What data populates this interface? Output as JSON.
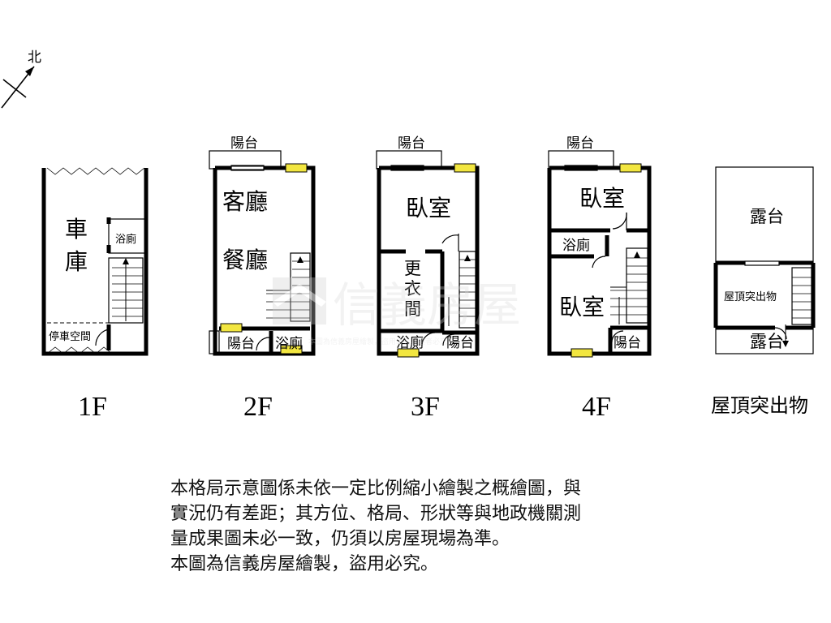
{
  "compass": {
    "label": "北"
  },
  "floors": {
    "f1": {
      "label": "1F",
      "rooms": {
        "garage_a": "車",
        "garage_b": "庫",
        "bath": "浴廁",
        "parking": "停車空間"
      }
    },
    "f2": {
      "label": "2F",
      "rooms": {
        "balcony_top": "陽台",
        "living": "客廳",
        "dining": "餐廳",
        "balcony_bottom": "陽台",
        "bath": "浴廁"
      }
    },
    "f3": {
      "label": "3F",
      "rooms": {
        "balcony_top": "陽台",
        "bedroom": "臥室",
        "closet_a": "更",
        "closet_b": "衣",
        "closet_c": "間",
        "bath": "浴廁",
        "balcony_bottom": "陽台"
      }
    },
    "f4": {
      "label": "4F",
      "rooms": {
        "balcony_top": "陽台",
        "bedroom_top": "臥室",
        "bath": "浴廁",
        "bedroom_bottom": "臥室",
        "balcony_bottom": "陽台"
      }
    },
    "roof": {
      "label": "屋頂突出物",
      "rooms": {
        "terrace_top": "露台",
        "rooftop_structure": "屋頂突出物",
        "terrace_bottom": "露台"
      }
    }
  },
  "watermark": {
    "brand": "信義房屋",
    "small": "本圖為信義房屋繪製，盜用必究，違者必究"
  },
  "disclaimer": [
    "本格局示意圖係未依一定比例縮小繪製之概繪圖，與",
    "實況仍有差距；其方位、格局、形狀等與地政機關測",
    "量成果圖未必一致，仍須以房屋現場為準。",
    "本圖為信義房屋繪製，盜用必究。"
  ]
}
